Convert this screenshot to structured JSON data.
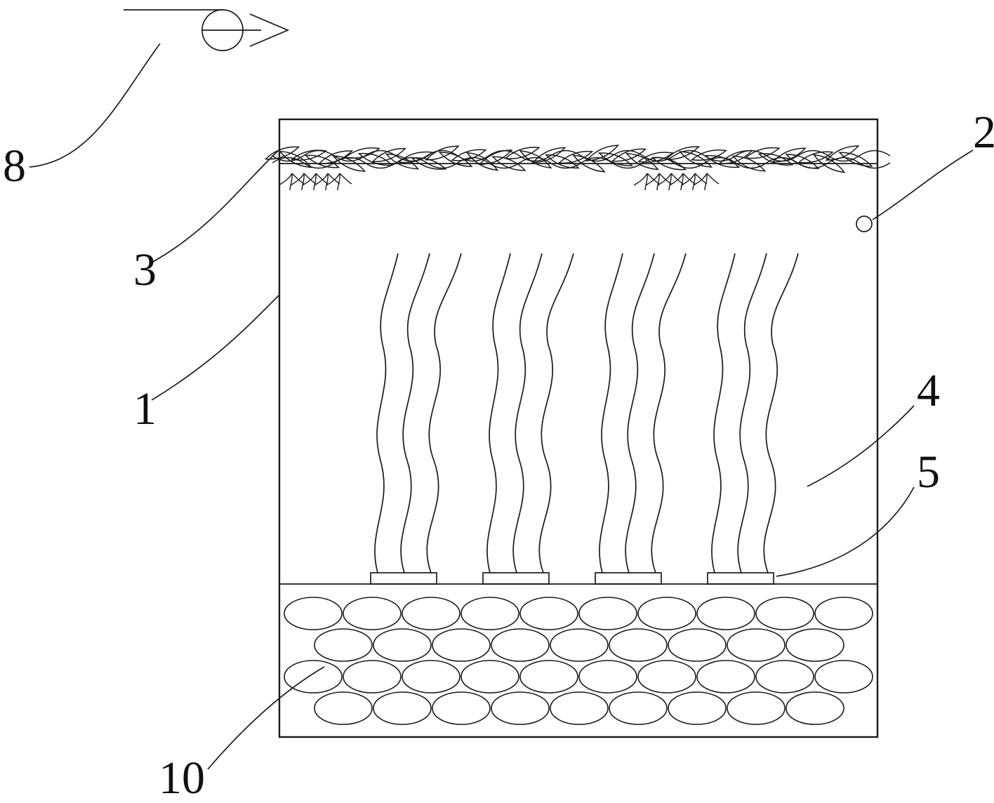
{
  "figure": {
    "type": "patent-line-drawing",
    "description_visible_text_only": true,
    "labels": {
      "l8": "8",
      "l2": "2",
      "l3": "3",
      "l1": "1",
      "l4": "4",
      "l5": "5",
      "l10": "10"
    },
    "colors": {
      "line": "#1a1a1a",
      "background": "#ffffff"
    }
  }
}
